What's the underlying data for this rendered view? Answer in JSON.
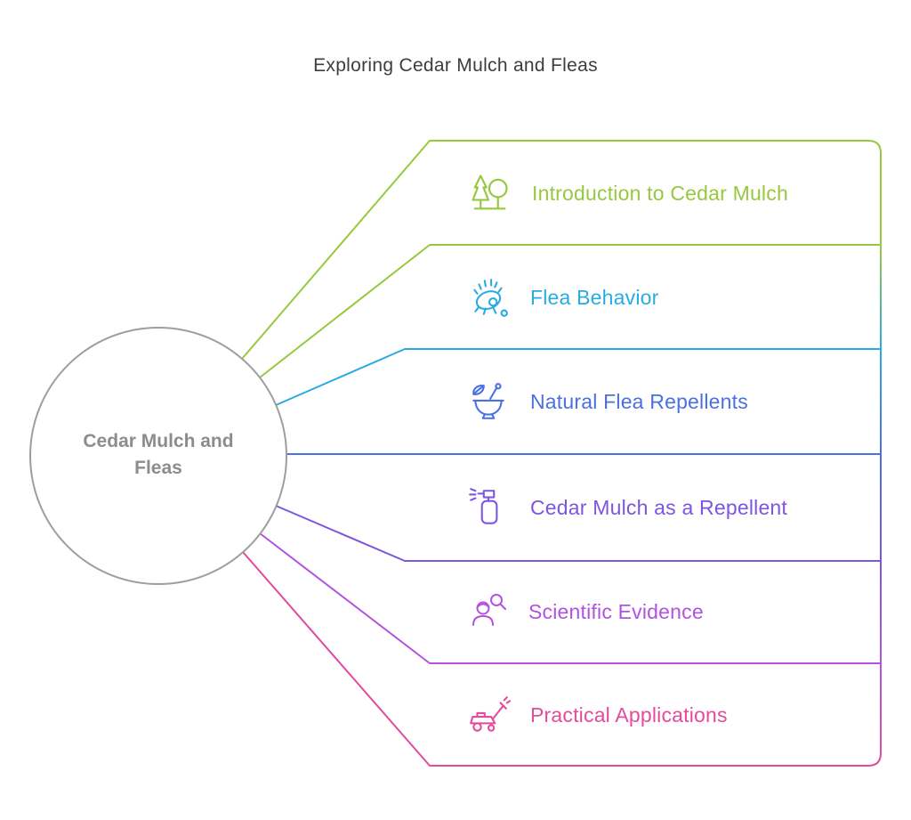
{
  "title": "Exploring Cedar Mulch and Fleas",
  "title_color": "#3D3D3D",
  "background": "#FFFFFF",
  "center": {
    "label": "Cedar Mulch and Fleas",
    "stroke_color": "#9E9E9E",
    "text_color": "#8C8C8C"
  },
  "items": [
    {
      "label": "Introduction to Cedar Mulch",
      "color": "#96C93D",
      "icon": "trees-icon"
    },
    {
      "label": "Flea Behavior",
      "color": "#29ABE2",
      "icon": "flea-icon"
    },
    {
      "label": "Natural Flea Repellents",
      "color": "#4A70E2",
      "icon": "mortar-pestle-icon"
    },
    {
      "label": "Cedar Mulch as a Repellent",
      "color": "#7D55E0",
      "icon": "spray-bottle-icon"
    },
    {
      "label": "Scientific Evidence",
      "color": "#B153E0",
      "icon": "researcher-icon"
    },
    {
      "label": "Practical Applications",
      "color": "#E44A9D",
      "icon": "lawn-mower-icon"
    }
  ]
}
